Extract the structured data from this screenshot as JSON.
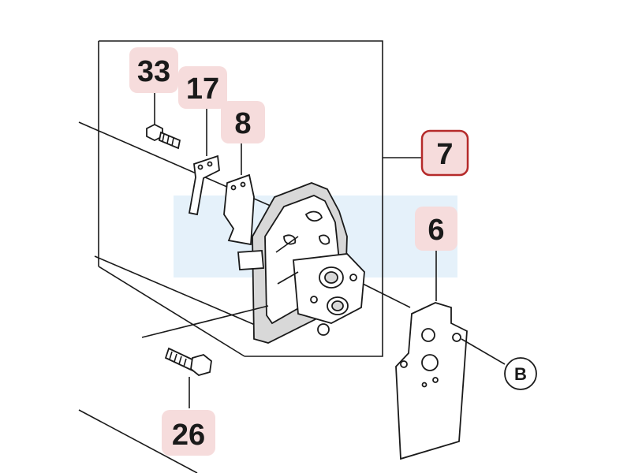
{
  "callouts": {
    "p33": "33",
    "p17": "17",
    "p8": "8",
    "p7": "7",
    "p6": "6",
    "p26": "26",
    "pB": "B"
  },
  "colors": {
    "callout_fill": "#f6dcdc",
    "highlight_border": "#b52a2a",
    "ink": "#1a1a1a",
    "watermark": "#cfe6f5"
  }
}
